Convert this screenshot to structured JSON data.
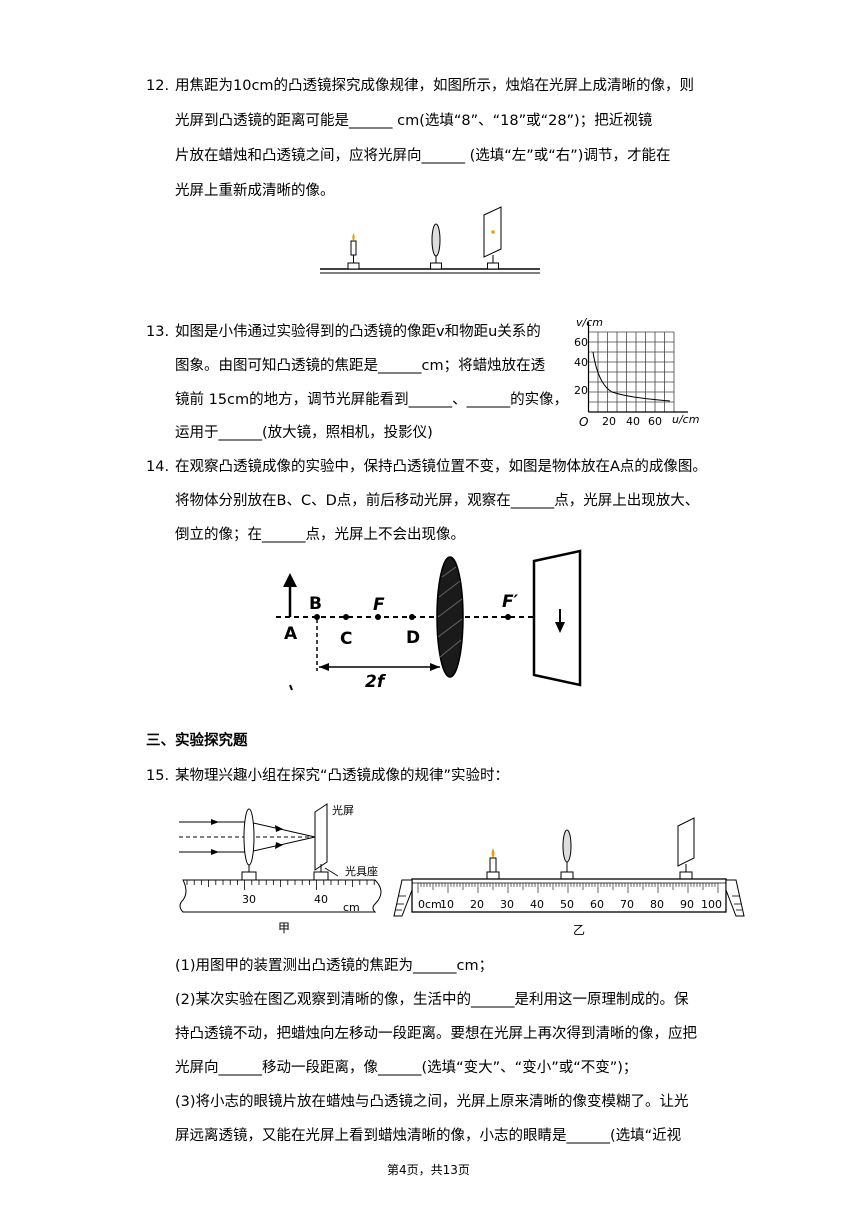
{
  "q12": {
    "number": "12.",
    "lines": [
      "用焦距为10cm的凸透镜探究成像规律，如图所示，烛焰在光屏上成清晰的像，则",
      "光屏到凸透镜的距离可能是______ cm(选填“8”、“18”或“28”)；把近视镜",
      "片放在蜡烛和凸透镜之间，应将光屏向______ (选填“左”或“右”)调节，才能在",
      "光屏上重新成清晰的像。"
    ]
  },
  "q13": {
    "number": "13.",
    "lines": [
      "如图是小伟通过实验得到的凸透镜的像距v和物距u关系的",
      "图象。由图可知凸透镜的焦距是______cm；将蜡烛放在透",
      "镜前 15cm的地方，调节光屏能看到______、______的实像，",
      "运用于______(放大镜，照相机，投影仪)"
    ],
    "graph": {
      "y_axis_label": "v/cm",
      "x_axis_label": "u/cm",
      "origin_label": "O",
      "y_ticks": [
        "60",
        "40",
        "20"
      ],
      "x_ticks": [
        "20",
        "40",
        "60"
      ]
    }
  },
  "q14": {
    "number": "14.",
    "lines": [
      "在观察凸透镜成像的实验中，保持凸透镜位置不变，如图是物体放在A点的成像图。",
      "将物体分别放在B、C、D点，前后移动光屏，观察在______点，光屏上出现放大、",
      "倒立的像；在______点，光屏上不会出现像。"
    ],
    "figure": {
      "label_A": "A",
      "label_B": "B",
      "label_C": "C",
      "label_D": "D",
      "label_F": "F",
      "label_F2": "F′",
      "label_2f": "2f"
    }
  },
  "section3": {
    "title": "三、实验探究题"
  },
  "q15": {
    "number": "15.",
    "intro": "某物理兴趣小组在探究“凸透镜成像的规律”实验时：",
    "fig_jia": {
      "screen_label": "光屏",
      "bench_label": "光具座",
      "tick_30": "30",
      "tick_40": "40",
      "unit": "cm",
      "caption": "甲"
    },
    "fig_yi": {
      "ticks": [
        "0cm",
        "10",
        "20",
        "30",
        "40",
        "50",
        "60",
        "70",
        "80",
        "90",
        "100"
      ],
      "caption": "乙"
    },
    "lines": [
      "(1)用图甲的装置测出凸透镜的焦距为______cm；",
      "(2)某次实验在图乙观察到清晰的像，生活中的______是利用这一原理制成的。保",
      "持凸透镜不动，把蜡烛向左移动一段距离。要想在光屏上再次得到清晰的像，应把",
      "光屏向______移动一段距离，像______(选填“变大”、“变小”或“不变”)；",
      "(3)将小志的眼镜片放在蜡烛与凸透镜之间，光屏上原来清晰的像变模糊了。让光",
      "屏远离透镜，又能在光屏上看到蜡烛清晰的像，小志的眼睛是______(选填“近视"
    ]
  },
  "footer": {
    "text": "第4页，共13页"
  }
}
